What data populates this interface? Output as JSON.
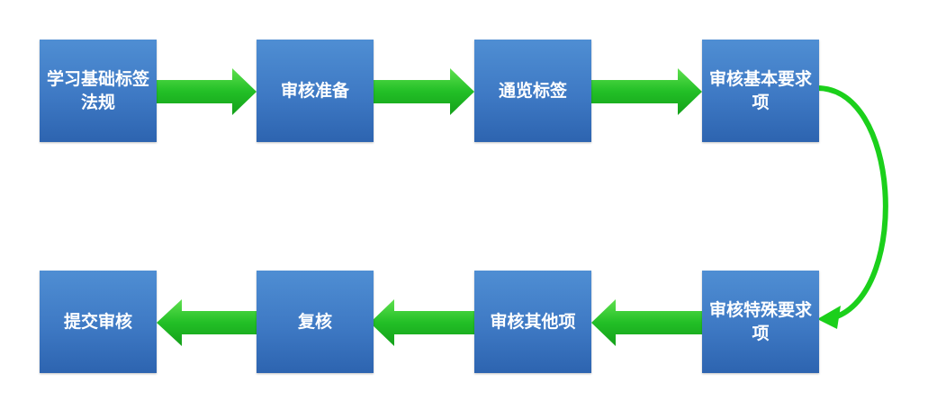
{
  "steps": {
    "s1": "学习基础标签法规",
    "s2": "审核准备",
    "s3": "通览标签",
    "s4": "审核基本要求项",
    "s5": "审核特殊要求项",
    "s6": "审核其他项",
    "s7": "复核",
    "s8": "提交审核"
  },
  "colors": {
    "box": "#3e79c4",
    "arrow": "#22c02a",
    "text": "#ffffff"
  }
}
